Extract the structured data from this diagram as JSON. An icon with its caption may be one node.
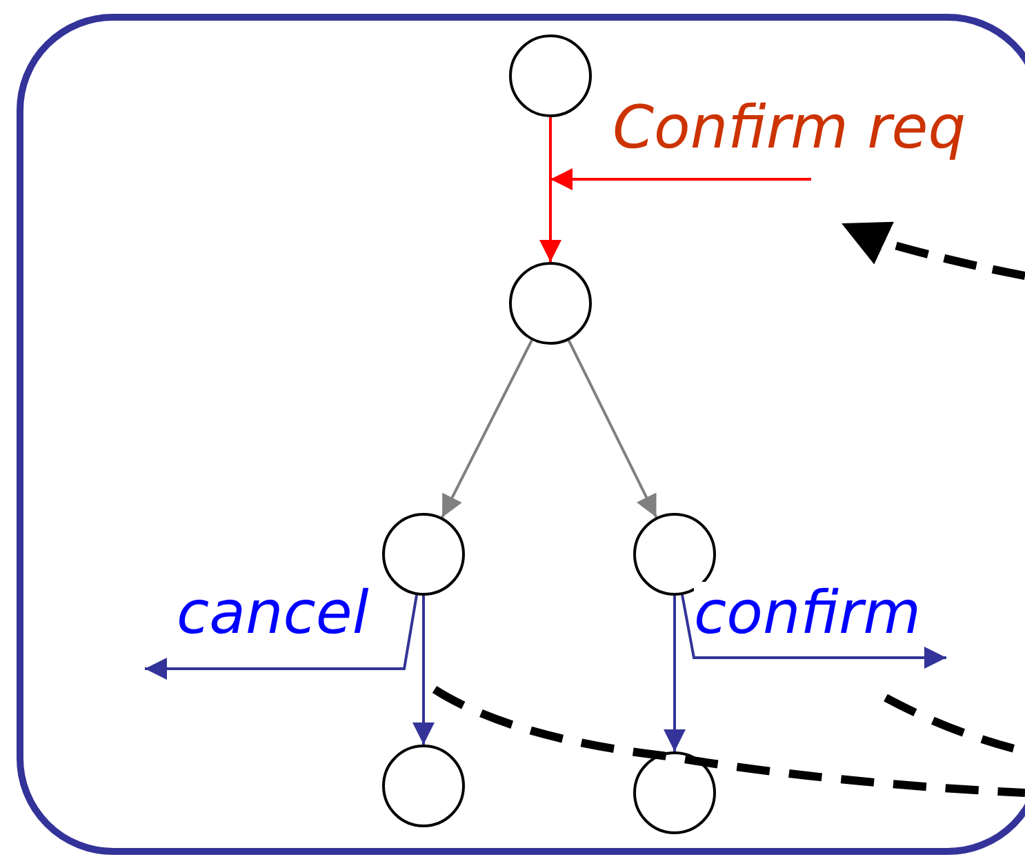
{
  "diagram": {
    "nodes": [
      {
        "text": [],
        "shape": "box"
      },
      {
        "text": [],
        "shape": "circle",
        "in": 0
      },
      {
        "text": [],
        "shape": "circle",
        "in": 0
      },
      {
        "text": [],
        "shape": "circle",
        "in": 0
      },
      {
        "text": [],
        "shape": "circle",
        "in": 0
      },
      {
        "text": [],
        "shape": "circle",
        "in": 0
      },
      {
        "text": [],
        "shape": "circle",
        "in": 0
      },
      {
        "text": [
          "Confirm req"
        ],
        "in": 0
      }
    ],
    "edges": [
      {
        "from": 1,
        "to": 2,
        "arrow": "to",
        "color": "#ff0000"
      },
      {
        "from": 2,
        "to": 3,
        "arrow": "to",
        "color": "#808080"
      },
      {
        "from": 2,
        "to": 4,
        "arrow": "to",
        "color": "#808080"
      },
      {
        "from": 3,
        "to": 5,
        "arrow": "to",
        "color": "#333399"
      },
      {
        "from": 4,
        "to": 6,
        "arrow": "to",
        "color": "#333399"
      },
      {
        "from": 3,
        "to": null,
        "arrow": "to",
        "label": "cancel",
        "color": "#333399"
      },
      {
        "from": 4,
        "to": null,
        "arrow": "to",
        "label": "confirm",
        "color": "#333399"
      },
      {
        "from": 7,
        "to": null,
        "arrow": "to",
        "color": "#ff0000"
      }
    ]
  }
}
